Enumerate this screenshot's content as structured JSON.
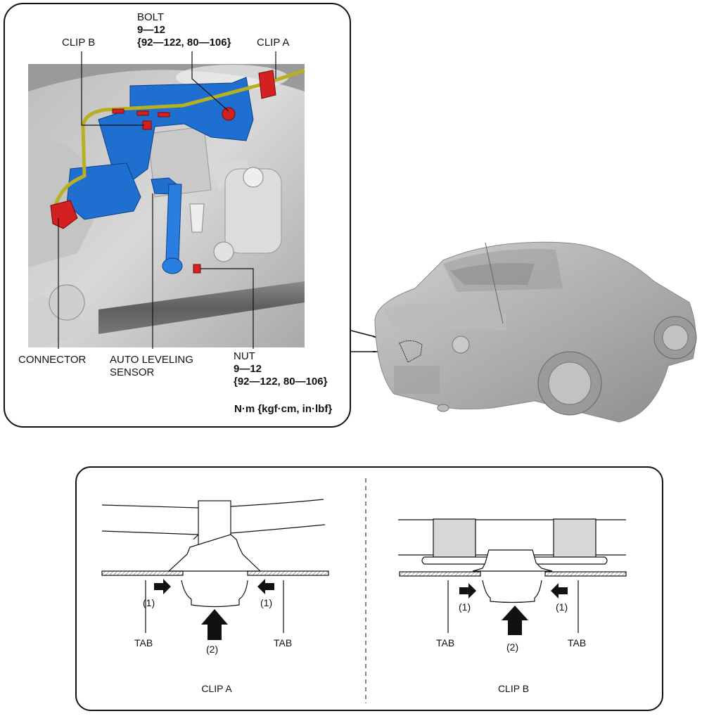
{
  "top_view": {
    "labels": {
      "bolt": {
        "name": "BOLT",
        "torque": "9—12",
        "torque_alt": "{92—122, 80—106}"
      },
      "clip_b": "CLIP B",
      "clip_a": "CLIP A",
      "connector": "CONNECTOR",
      "sensor_line1": "AUTO LEVELING",
      "sensor_line2": "SENSOR",
      "nut": {
        "name": "NUT",
        "torque": "9—12",
        "torque_alt": "{92—122, 80—106}"
      },
      "units": "N·m {kgf·cm, in·lbf}"
    },
    "colors": {
      "sensor": "#1f6fd1",
      "highlight": "#d42020",
      "harness": "#b8b020"
    }
  },
  "clip_details": {
    "clip_a": {
      "caption": "CLIP A",
      "tab_left": "TAB",
      "tab_right": "TAB",
      "step1_left": "(1)",
      "step1_right": "(1)",
      "step2": "(2)"
    },
    "clip_b": {
      "caption": "CLIP B",
      "tab_left": "TAB",
      "tab_right": "TAB",
      "step1_left": "(1)",
      "step1_right": "(1)",
      "step2": "(2)"
    }
  }
}
